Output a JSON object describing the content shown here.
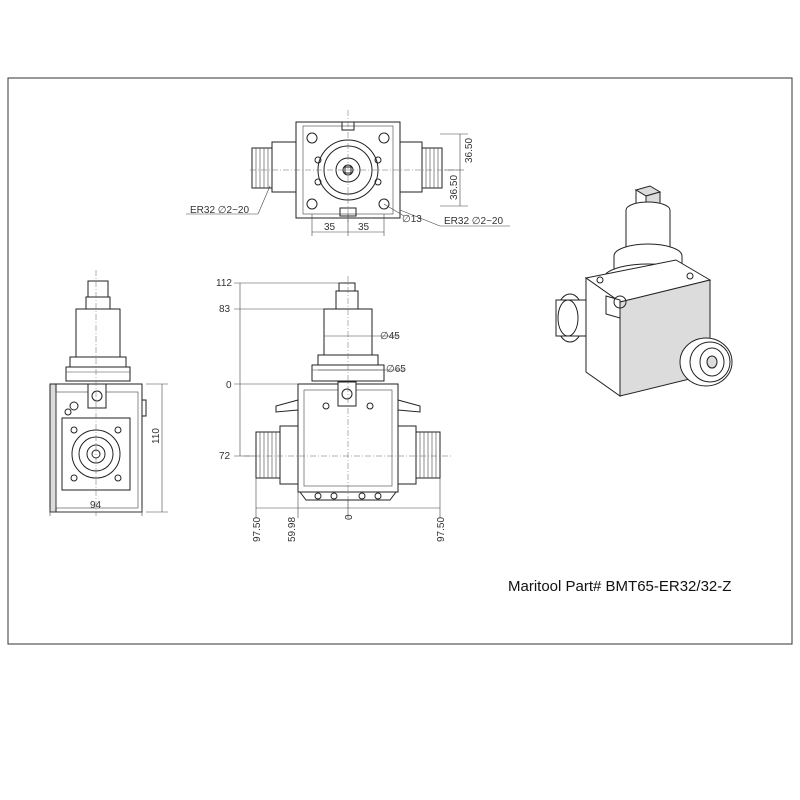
{
  "title": {
    "part_label": "Maritool Part# BMT65-ER32/32-Z"
  },
  "top_view": {
    "collet_left_label": "ER32 ∅2~20",
    "collet_right_label": "ER32 ∅2~20",
    "hole_dia": "∅13",
    "dim_35_left": "35",
    "dim_35_right": "35",
    "dim_36_50_upper": "36.50",
    "dim_36_50_lower": "36.50"
  },
  "front_view": {
    "height_112": "112",
    "height_83": "83",
    "height_0": "0",
    "height_72": "72",
    "dia_45": "∅45",
    "dia_65": "∅65",
    "bottom_left_97_50": "97.50",
    "bottom_59_98": "59.98",
    "bottom_0": "0",
    "bottom_right_97_50": "97.50"
  },
  "side_view": {
    "width_94": "94",
    "height_110": "110"
  }
}
